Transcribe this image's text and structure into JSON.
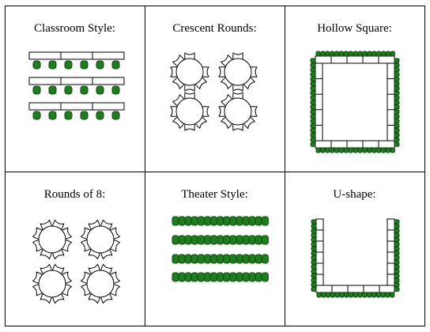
{
  "layouts": [
    {
      "label": "Classroom Style:",
      "kind": "classroom"
    },
    {
      "label": "Crescent Rounds:",
      "kind": "crescent"
    },
    {
      "label": "Hollow Square:",
      "kind": "hollow"
    },
    {
      "label": "Rounds of 8:",
      "kind": "rounds"
    },
    {
      "label": "Theater Style:",
      "kind": "theater"
    },
    {
      "label": "U-shape:",
      "kind": "ushape"
    }
  ],
  "colors": {
    "chair": "#1e7d1e",
    "chair_dark": "#0d4f0d",
    "line": "#000000",
    "table": "#ffffff"
  }
}
